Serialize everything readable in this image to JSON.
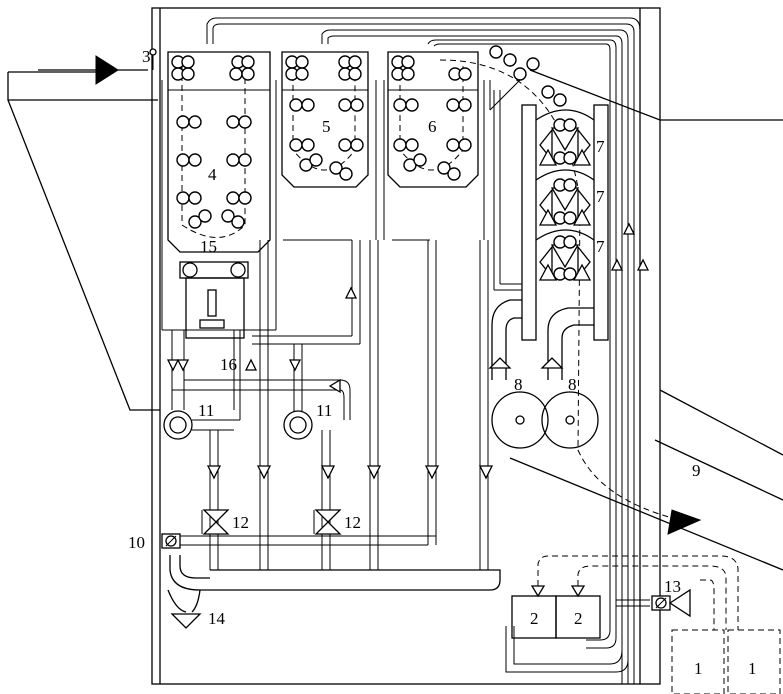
{
  "labels": {
    "l1a": "1",
    "l1b": "1",
    "l2a": "2",
    "l2b": "2",
    "l3": "3",
    "l4": "4",
    "l5": "5",
    "l6": "6",
    "l7a": "7",
    "l7b": "7",
    "l7c": "7",
    "l8a": "8",
    "l8b": "8",
    "l9": "9",
    "l10": "10",
    "l11a": "11",
    "l11b": "11",
    "l12a": "12",
    "l12b": "12",
    "l13": "13",
    "l14": "14",
    "l15": "15",
    "l16": "16"
  }
}
